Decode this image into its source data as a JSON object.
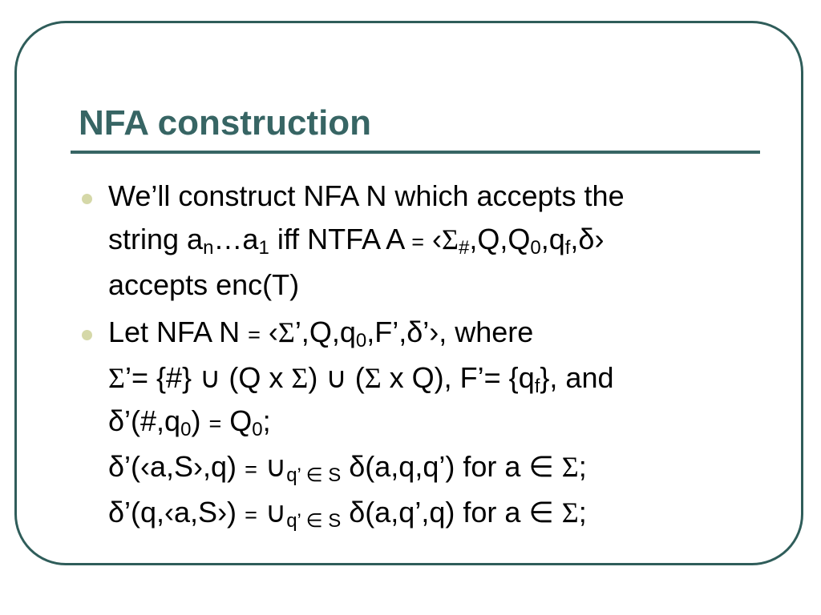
{
  "slide": {
    "title": "NFA construction",
    "bullets": [
      {
        "lines": [
          [
            "We’ll construct NFA N which accepts the"
          ],
          [
            "string a",
            {
              "sub": "n"
            },
            "…a",
            {
              "sub": "1"
            },
            " iff NTFA A ",
            {
              "sm": "="
            },
            " ‹",
            {
              "sym": "Σ"
            },
            {
              "sub": "#"
            },
            ",Q,Q",
            {
              "sub": "0"
            },
            ",q",
            {
              "sub": "f"
            },
            ",δ›"
          ],
          [
            "accepts enc(T)"
          ]
        ]
      },
      {
        "lines": [
          [
            "Let NFA N ",
            {
              "sm": "="
            },
            " ‹",
            {
              "sym": "Σ"
            },
            "’,Q,q",
            {
              "sub": "0"
            },
            ",F’,δ’›, where"
          ],
          [
            {
              "sym": "Σ"
            },
            "’= {#} ∪ (Q x ",
            {
              "sym": "Σ"
            },
            ") ∪ (",
            {
              "sym": "Σ"
            },
            " x Q), F’= {q",
            {
              "sub": "f"
            },
            "}, and"
          ],
          [
            "δ’(#,q",
            {
              "sub": "0"
            },
            ") ",
            {
              "sm": "="
            },
            " Q",
            {
              "sub": "0"
            },
            ";"
          ],
          [
            "δ’(‹a,S›,q) ",
            {
              "sm": "="
            },
            " ∪",
            {
              "sub": "q’ ∈ S"
            },
            " δ(a,q,q’) for a ",
            {
              "sym": "∈"
            },
            " ",
            {
              "sym": "Σ"
            },
            ";"
          ],
          [
            "δ’(q,‹a,S›) ",
            {
              "sm": "="
            },
            " ∪",
            {
              "sub": "q’ ∈ S"
            },
            " δ(a,q’,q) for a ",
            {
              "sym": "∈"
            },
            " ",
            {
              "sym": "Σ"
            },
            ";"
          ]
        ]
      }
    ]
  }
}
